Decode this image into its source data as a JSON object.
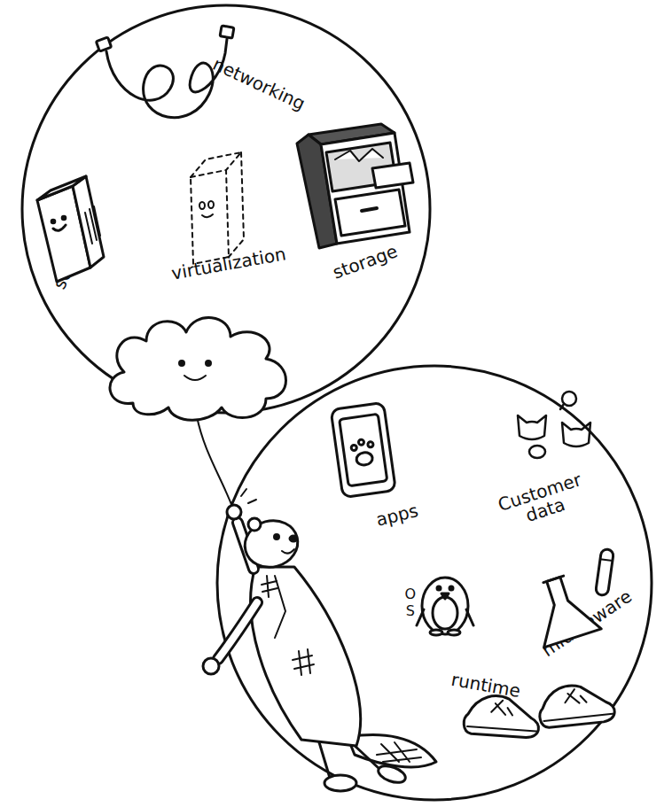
{
  "diagram": {
    "nodes": [
      {
        "text": [
          "networking",
          "servers",
          "virtualization",
          "storage"
        ]
      },
      {
        "text": [
          "apps",
          "Customer data",
          "OS",
          "middleware",
          "runtime"
        ]
      }
    ]
  }
}
